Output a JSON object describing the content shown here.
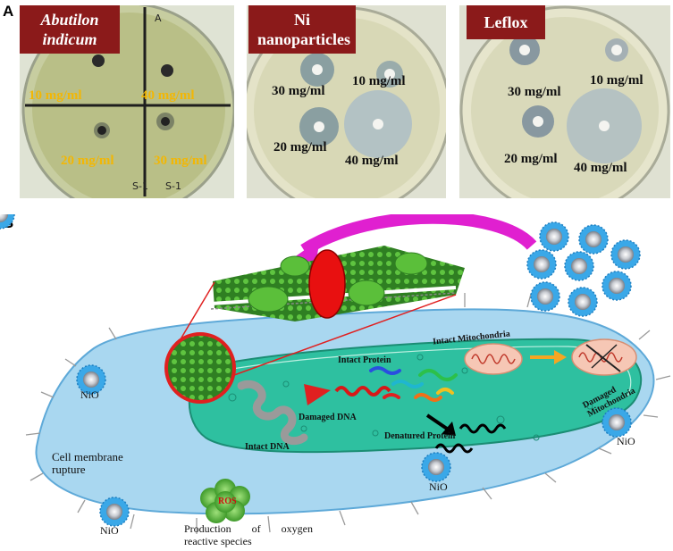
{
  "panel_a": {
    "letter": "A",
    "plates": [
      {
        "title_line1": "Abutilon",
        "title_line2": "indicum",
        "labels": [
          "10 mg/ml",
          "40 mg/ml",
          "20 mg/ml",
          "30 mg/ml"
        ],
        "marks": [
          "A",
          "S-1",
          "S-1"
        ]
      },
      {
        "title_line1": "Ni",
        "title_line2": "nanoparticles",
        "labels": [
          "30 mg/ml",
          "10 mg/ml",
          "20 mg/ml",
          "40 mg/ml"
        ]
      },
      {
        "title_line1": "Leflox",
        "labels": [
          "30 mg/ml",
          "10 mg/ml",
          "20 mg/ml",
          "40 mg/ml"
        ]
      }
    ]
  },
  "panel_b": {
    "letter": "B",
    "labels": {
      "intact_protein": "Intact Protein",
      "intact_mitochondria": "Intact Mitochondria",
      "damaged_dna": "Damaged DNA",
      "intact_dna": "Intact DNA",
      "denatured_protein": "Denatured Protein",
      "damaged_mito_1": "Damaged",
      "damaged_mito_2": "Mitochondria",
      "nio": "NiO",
      "cell_membrane_1": "Cell membrane",
      "cell_membrane_2": "rupture",
      "ros": "ROS",
      "production_1": "Production of oxygen",
      "production_2": "reactive species"
    }
  },
  "colors": {
    "tag_bg": "#8b1a1a",
    "conc_yellow": "#f2b705",
    "cell_outer": "#7ec3ea",
    "cell_inner": "#2ec0a0",
    "arrow_magenta": "#e020d0",
    "arrow_red": "#e02020",
    "arrow_orange": "#f5a623"
  }
}
